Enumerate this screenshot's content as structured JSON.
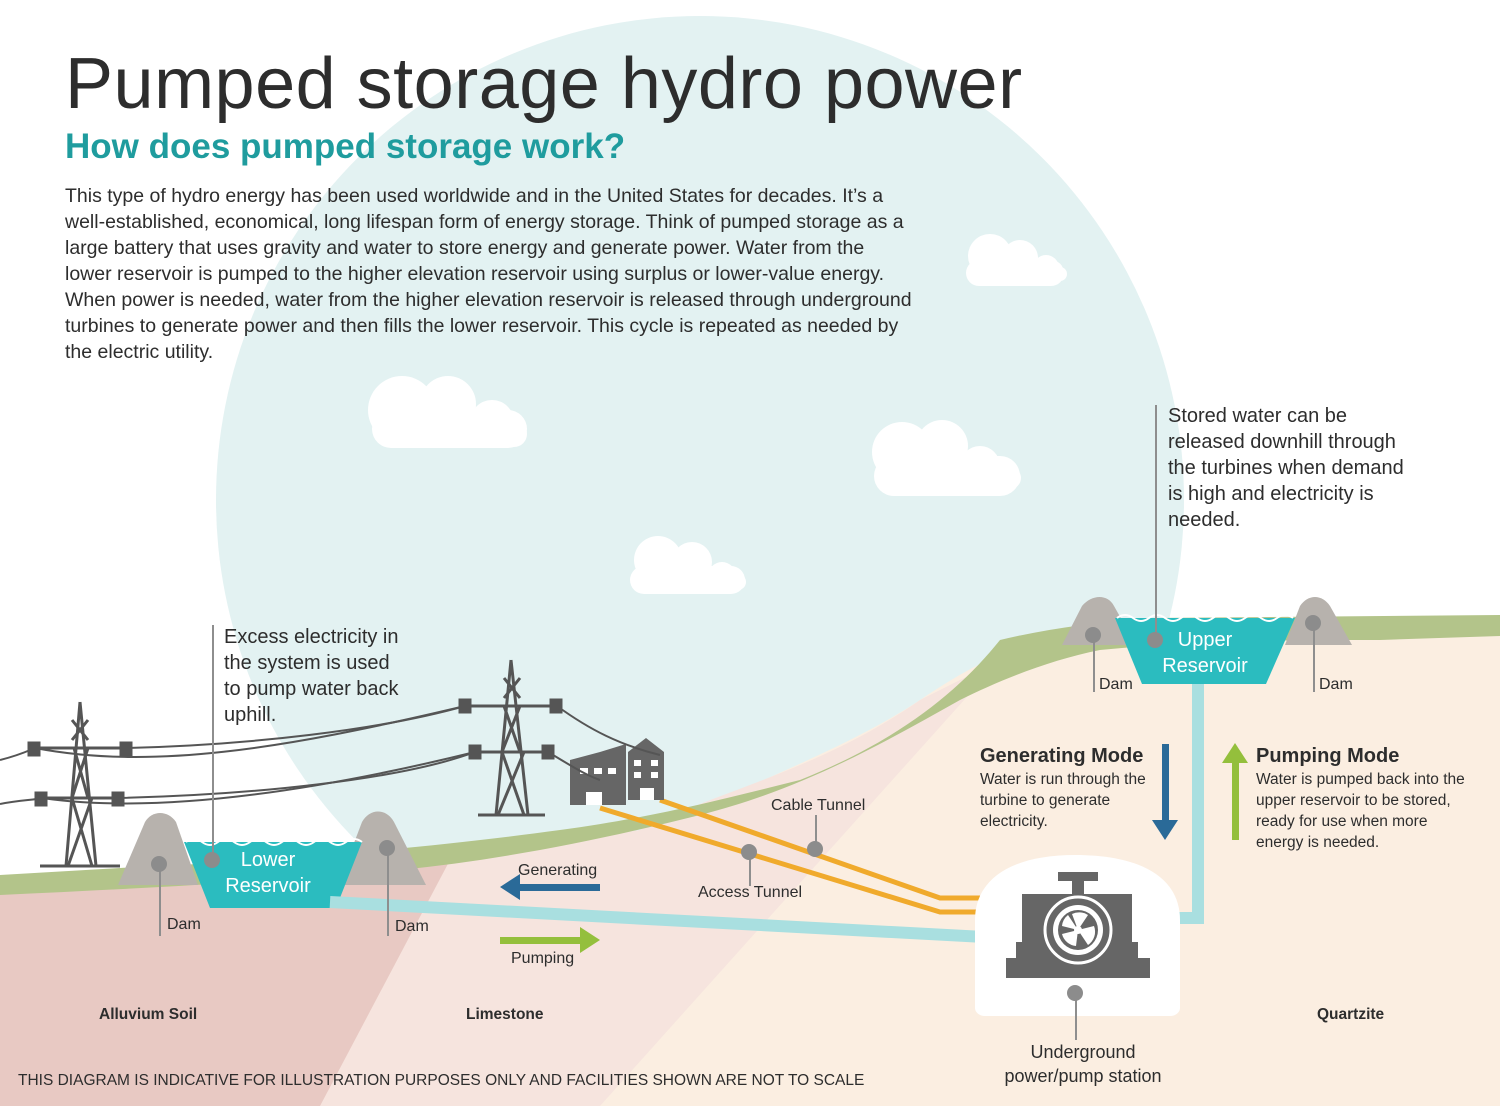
{
  "title": "Pumped storage hydro power",
  "subtitle": "How does pumped storage work?",
  "intro": "This type of hydro energy has been used worldwide and in the United States for decades. It’s a well-established, economical, long lifespan form of energy storage. Think of pumped storage as a large battery that uses gravity and water to store energy and generate power. Water from the lower reservoir is pumped to the higher elevation reservoir using surplus or lower-value energy. When power is needed, water from the higher elevation reservoir is released through underground turbines to generate power and then fills the lower reservoir. This cycle is repeated as needed by the electric utility.",
  "callouts": {
    "upper": "Stored water can be released downhill through the turbines when demand is high and electricity is needed.",
    "lower": "Excess electricity in the system is used to pump water back uphill."
  },
  "reservoirs": {
    "upper": "Upper Reservoir",
    "lower": "Lower Reservoir"
  },
  "dam_label": "Dam",
  "modes": {
    "generating": {
      "title": "Generating Mode",
      "desc": "Water is run through the turbine to generate electricity."
    },
    "pumping": {
      "title": "Pumping Mode",
      "desc": "Water is pumped back into the upper reservoir to be stored, ready for use when more energy is needed."
    }
  },
  "arrows": {
    "generating": "Generating",
    "pumping": "Pumping"
  },
  "tunnels": {
    "cable": "Cable Tunnel",
    "access": "Access Tunnel"
  },
  "station": "Underground power/pump station",
  "rock_layers": {
    "alluvium": "Alluvium Soil",
    "limestone": "Limestone",
    "quartzite": "Quartzite"
  },
  "disclaimer": "THIS DIAGRAM IS INDICATIVE FOR ILLUSTRATION PURPOSES ONLY AND FACILITIES SHOWN ARE NOT TO SCALE",
  "colors": {
    "accent_teal": "#1f9c9e",
    "reservoir_water": "#2bbcbf",
    "pipe_water": "#a9dfe0",
    "sky_circle": "#e3f2f2",
    "grass": "#b3c48a",
    "alluvium": "#e8c9c3",
    "limestone": "#f6e4de",
    "quartzite": "#fbeee1",
    "generating_arrow": "#2a6a98",
    "pumping_arrow": "#94bf3c",
    "tunnel": "#f0aa2c",
    "grey": "#6f6f6f"
  },
  "icons": [
    "cloud-icon",
    "transmission-tower-icon",
    "building-icon",
    "turbine-icon"
  ]
}
